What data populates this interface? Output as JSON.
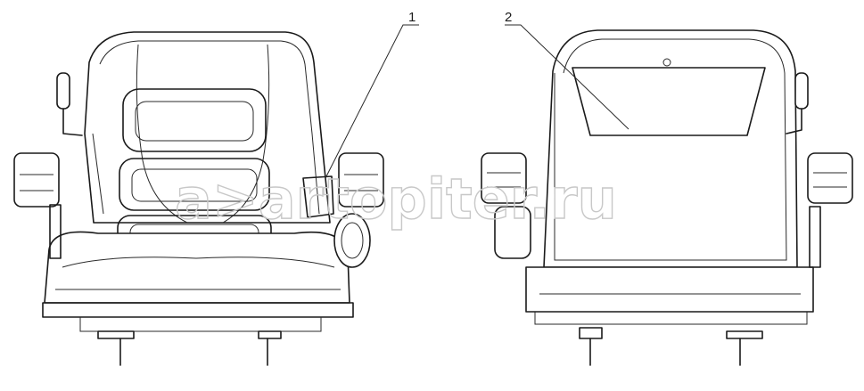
{
  "callouts": [
    {
      "number": "1"
    },
    {
      "number": "2"
    }
  ],
  "watermark": {
    "text": "a>artopiter.ru"
  },
  "views": [
    {
      "name": "seat-front-view"
    },
    {
      "name": "seat-rear-view"
    }
  ]
}
